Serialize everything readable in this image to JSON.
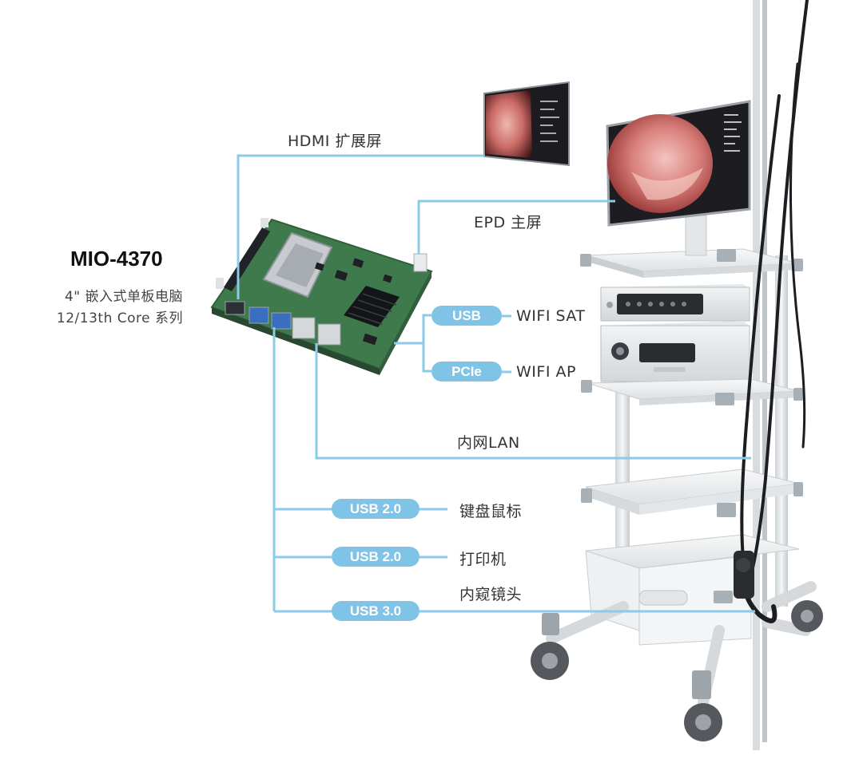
{
  "product": {
    "model": "MIO-4370",
    "subtitle_line1": "4\" 嵌入式单板电脑",
    "subtitle_line2": "12/13th Core 系列"
  },
  "connections": {
    "hdmi_label": "HDMI 扩展屏",
    "epd_label": "EPD 主屏",
    "usb_tag": "USB",
    "wifi_sat_label": "WIFI SAT",
    "pcie_tag": "PCIe",
    "wifi_ap_label": "WIFI AP",
    "lan_label": "内网LAN",
    "usb20_tag_1": "USB 2.0",
    "keyboard_label": "键盘鼠标",
    "usb20_tag_2": "USB 2.0",
    "printer_label": "打印机",
    "usb30_tag": "USB 3.0",
    "endoscope_label": "内窥镜头"
  },
  "colors": {
    "line": "#8ccbe8",
    "pill": "#7fc4e6",
    "board_green": "#3f7a4c",
    "cart_frame": "#e6eaec",
    "screen_dark": "#1b1b1f"
  }
}
